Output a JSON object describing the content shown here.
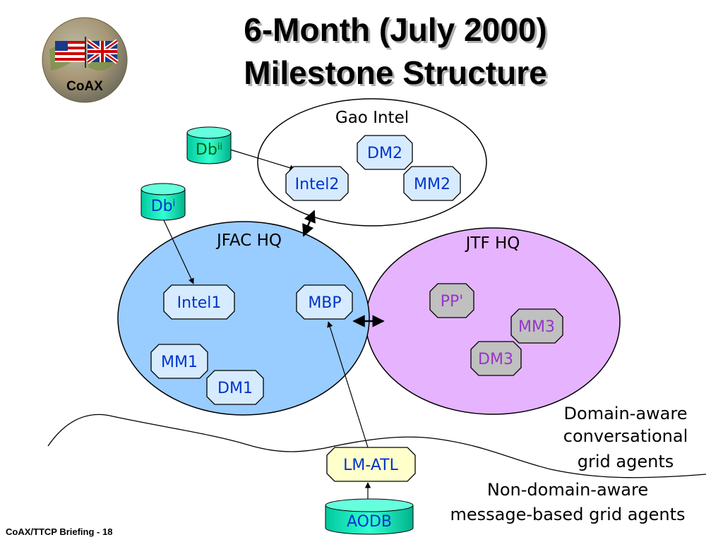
{
  "title": {
    "line1": "6-Month (July 2000)",
    "line2": "Milestone Structure"
  },
  "logo": {
    "text": "CoAX"
  },
  "footer": "CoAX/TTCP Briefing - 18",
  "regions": {
    "gao_intel": "Gao Intel",
    "jfac_hq": "JFAC HQ",
    "jtf_hq": "JTF HQ"
  },
  "databases": {
    "db_ii": {
      "base": "Db",
      "sup": "ii"
    },
    "db_i": {
      "base": "Db",
      "sup": "i"
    },
    "aodb": "AODB"
  },
  "agents": {
    "dm2": "DM2",
    "intel2": "Intel2",
    "mm2": "MM2",
    "intel1": "Intel1",
    "mbp": "MBP",
    "mm1": "MM1",
    "dm1": "DM1",
    "pp": "PP'",
    "mm3": "MM3",
    "dm3": "DM3",
    "lm_atl": "LM-ATL"
  },
  "notes": {
    "domain_aware": [
      "Domain-aware",
      "conversational",
      "grid agents"
    ],
    "non_domain_aware": [
      "Non-domain-aware",
      "message-based grid agents"
    ]
  },
  "colors": {
    "jfac_fill": "#99ccff",
    "jtf_fill": "#e6b3ff",
    "agent_fill": "#d6ebff",
    "agent_gray": "#c0c0c0",
    "db_fill": "#00e6b8",
    "lm_fill": "#ffffcc",
    "blue_text": "#0033cc",
    "purple_text": "#9933cc",
    "green_text": "#006600"
  }
}
